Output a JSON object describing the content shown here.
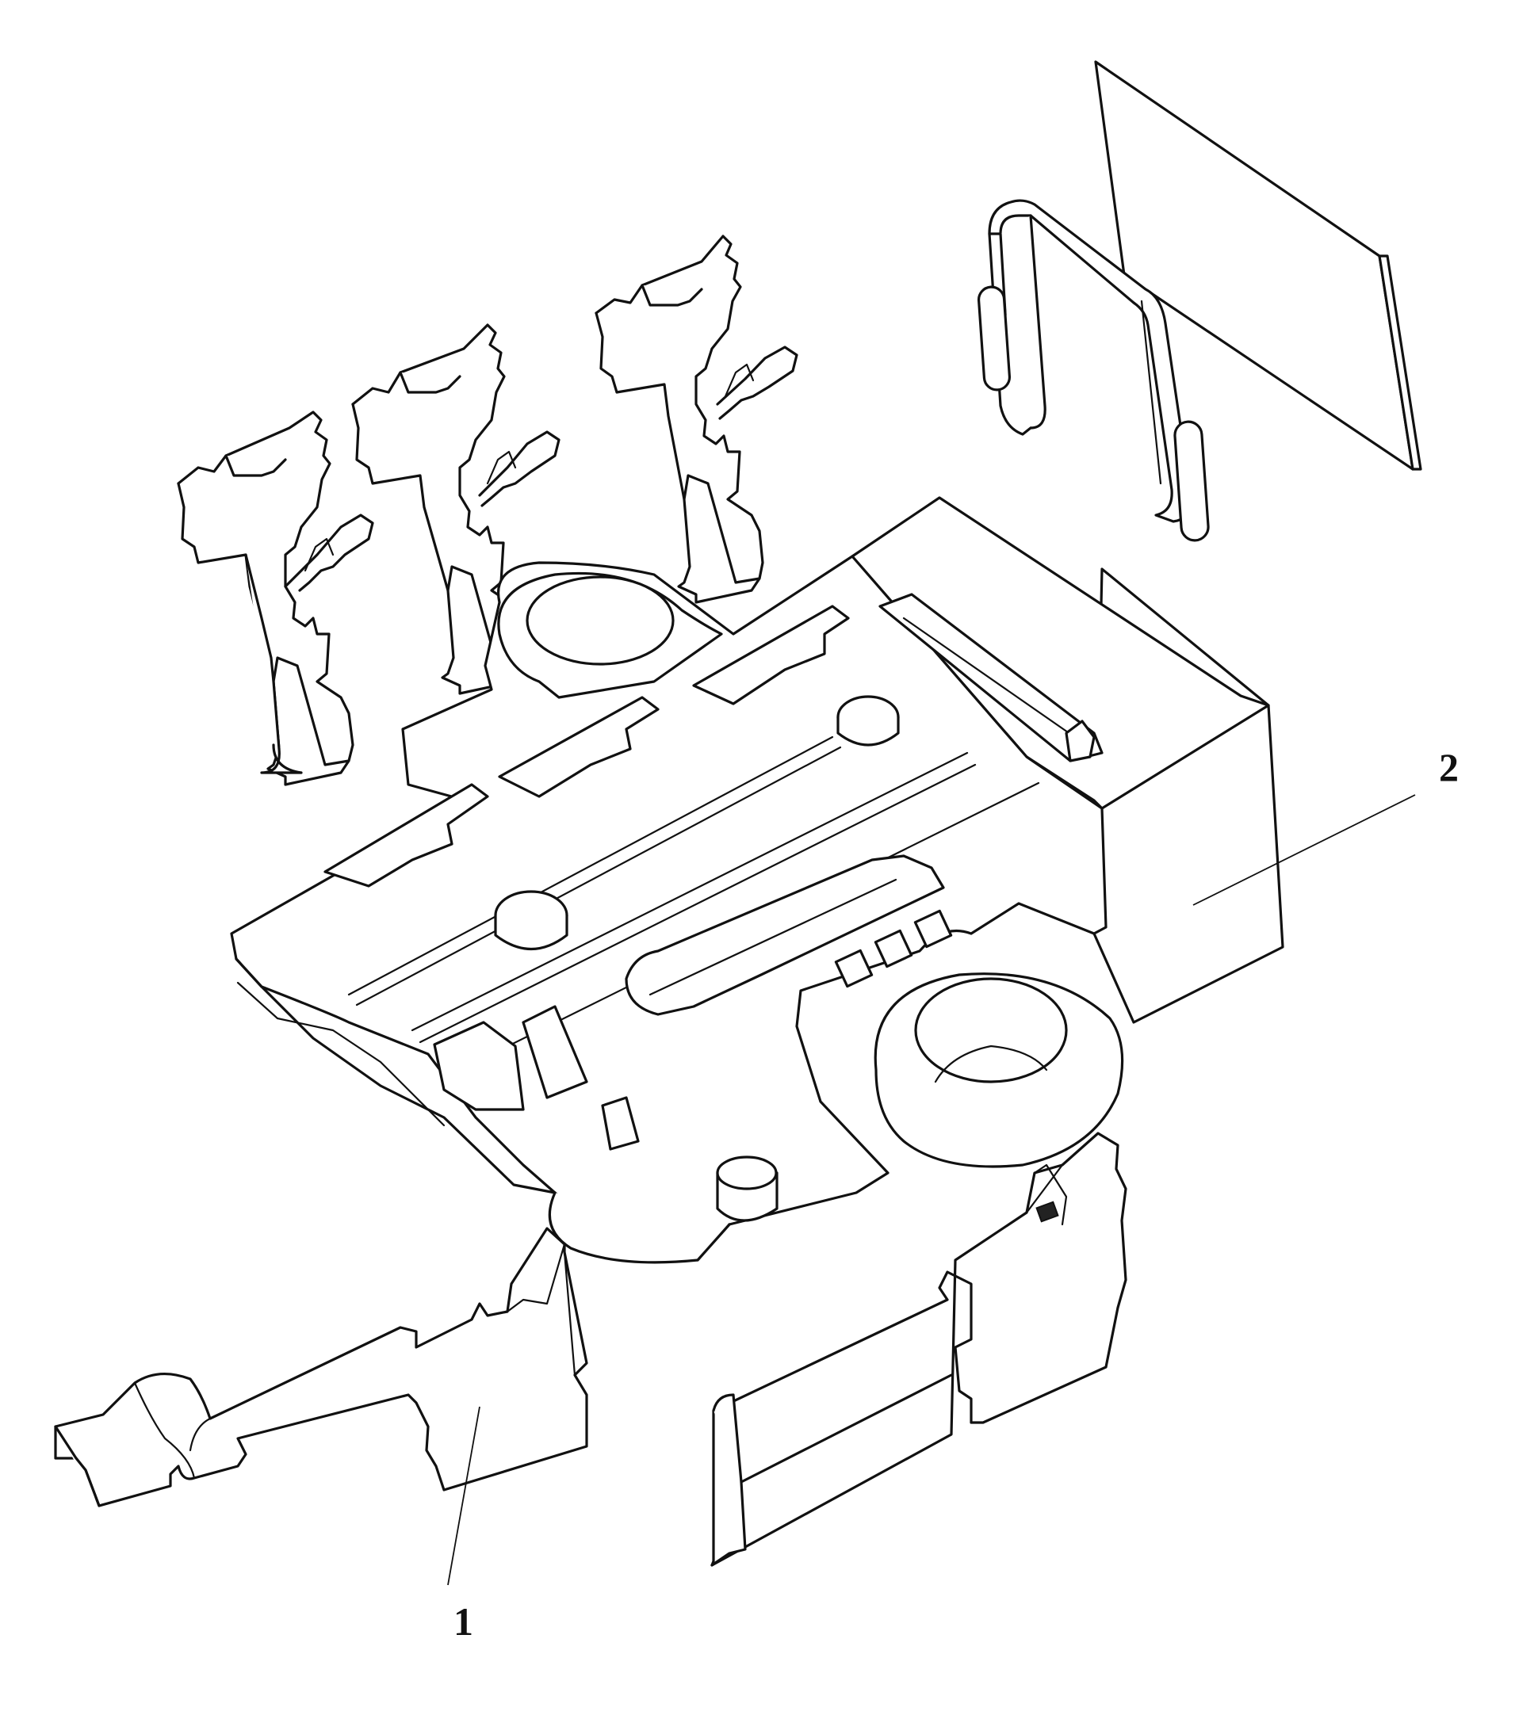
{
  "figure": {
    "callouts": [
      {
        "label": "1",
        "part": "lower-terminal-strip"
      },
      {
        "label": "2",
        "part": "housing-body"
      }
    ]
  },
  "colors": {
    "line": "#111111",
    "background": "#ffffff"
  }
}
